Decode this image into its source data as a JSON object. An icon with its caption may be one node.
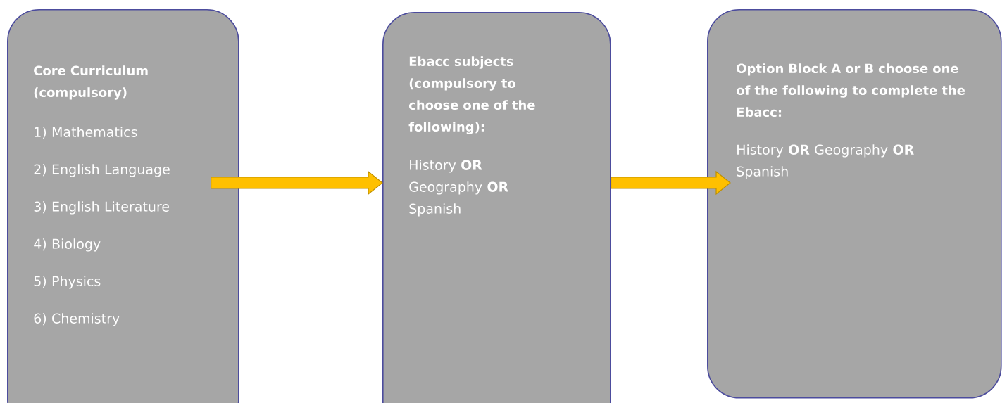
{
  "diagram": {
    "nodes": [
      {
        "text": [
          "Core Curriculum (compulsory)",
          "1) Mathematics",
          "2) English Language",
          "3) English Literature",
          "4) Biology",
          "5) Physics",
          "6) Chemistry"
        ]
      },
      {
        "text": [
          "Ebacc subjects (compulsory to choose one of the following):",
          "History **OR** Geography **OR** Spanish"
        ]
      },
      {
        "text": [
          "Option Block A or B choose one of the following to complete the Ebacc:",
          "History **OR** Geography **OR** Spanish"
        ]
      }
    ],
    "edges": [
      {
        "from": 0,
        "to": 1,
        "arrow": "to",
        "style": "thick"
      },
      {
        "from": 1,
        "to": 2,
        "arrow": "to",
        "style": "thick"
      }
    ]
  }
}
